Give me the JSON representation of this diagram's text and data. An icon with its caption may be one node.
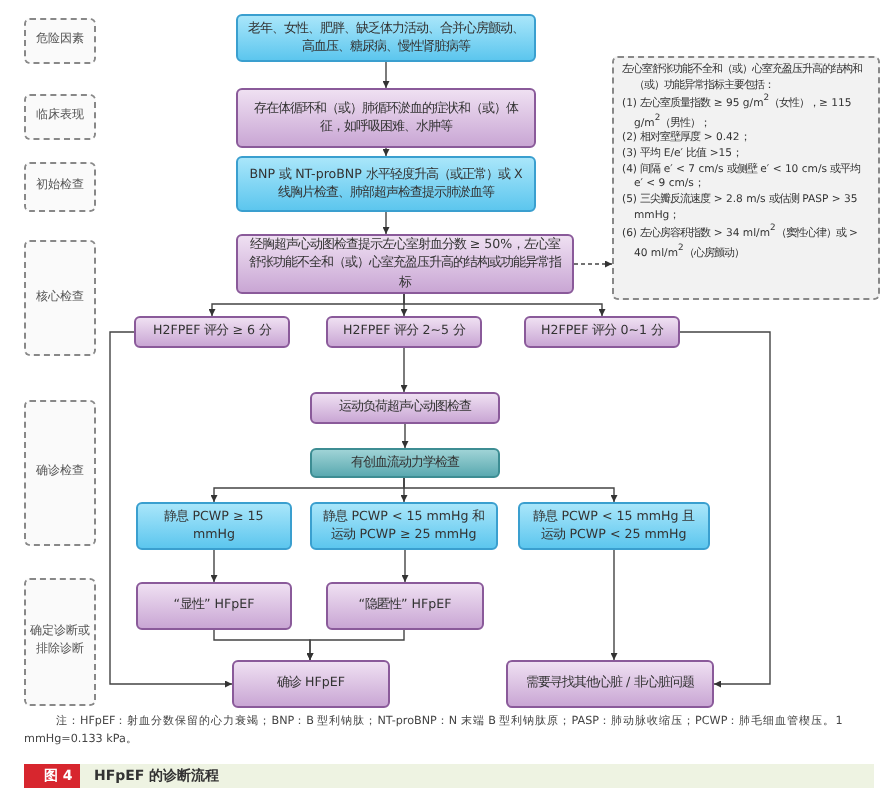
{
  "diagram": {
    "caption": "HFpEF 的诊断流程",
    "nodes": [
      {
        "text": [
          "危险因素"
        ]
      },
      {
        "text": [
          "临床表现"
        ]
      },
      {
        "text": [
          "初始检查"
        ]
      },
      {
        "text": [
          "核心检查"
        ]
      },
      {
        "text": [
          "确诊检查"
        ]
      },
      {
        "text": [
          "确定诊断或排除诊断"
        ]
      },
      {
        "text": [
          "老年、女性、肥胖、缺乏体力活动、合并心房颤动、高血压、糖尿病、慢性肾脏病等"
        ]
      },
      {
        "text": [
          "存在体循环和（或）肺循环淤血的症状和（或）体征，如呼吸困难、水肿等"
        ]
      },
      {
        "text": [
          "BNP 或 NT-proBNP 水平轻度升高（或正常）或 X 线胸片检查、肺部超声检查提示肺淤血等"
        ]
      },
      {
        "text": [
          "经胸超声心动图检查提示左心室射血分数 ≥ 50%，左心室舒张功能不全和（或）心室充盈压升高的结构或功能异常指标"
        ]
      },
      {
        "text": [
          "左心室舒张功能不全和（或）心室充盈压升高的结构和（或）功能异常指标主要包括：",
          "(1) 左心室质量指数 ≥ 95 g/m$^{2}$（女性），≥ 115 g/m$^{2}$（男性）；",
          "(2) 相对室壁厚度 > 0.42；",
          "(3) 平均 E/e′ 比值 >15；",
          "(4) 间隔 e′ < 7 cm/s 或侧壁 e′ < 10 cm/s 或平均 e′ < 9 cm/s；",
          "(5) 三尖瓣反流速度 > 2.8 m/s 或估测 PASP > 35 mmHg；",
          "(6) 左心房容积指数 > 34 ml/m$^{2}$（窦性心律）或 > 40 ml/m$^{2}$（心房颤动）"
        ]
      },
      {
        "text": [
          "H2FPEF 评分 ≥ 6 分"
        ]
      },
      {
        "text": [
          "H2FPEF 评分 2~5 分"
        ]
      },
      {
        "text": [
          "H2FPEF 评分 0~1 分"
        ]
      },
      {
        "text": [
          "运动负荷超声心动图检查"
        ]
      },
      {
        "text": [
          "有创血流动力学检查"
        ]
      },
      {
        "text": [
          "静息 PCWP ≥ 15 mmHg"
        ]
      },
      {
        "text": [
          "静息 PCWP < 15 mmHg 和运动 PCWP ≥ 25 mmHg"
        ]
      },
      {
        "text": [
          "静息 PCWP < 15 mmHg 且运动 PCWP < 25 mmHg"
        ]
      },
      {
        "text": [
          "“显性” HFpEF"
        ]
      },
      {
        "text": [
          "“隐匿性” HFpEF"
        ]
      },
      {
        "text": [
          "确诊 HFpEF"
        ]
      },
      {
        "text": [
          "需要寻找其他心脏 / 非心脏问题"
        ]
      }
    ],
    "edges": [
      {
        "from": 6,
        "to": 7,
        "arrow": "to"
      },
      {
        "from": 7,
        "to": 8,
        "arrow": "to"
      },
      {
        "from": 8,
        "to": 9,
        "arrow": "to"
      },
      {
        "from": 9,
        "to": 10,
        "arrow": "to",
        "style": "dashed"
      },
      {
        "from": 9,
        "to": 11,
        "arrow": "to"
      },
      {
        "from": 9,
        "to": 12,
        "arrow": "to"
      },
      {
        "from": 9,
        "to": 13,
        "arrow": "to"
      },
      {
        "from": 12,
        "to": 14,
        "arrow": "to"
      },
      {
        "from": 14,
        "to": 15,
        "arrow": "to"
      },
      {
        "from": 15,
        "to": 16,
        "arrow": "to"
      },
      {
        "from": 15,
        "to": 17,
        "arrow": "to"
      },
      {
        "from": 15,
        "to": 18,
        "arrow": "to"
      },
      {
        "from": 16,
        "to": 19,
        "arrow": "to"
      },
      {
        "from": 17,
        "to": 20,
        "arrow": "to"
      },
      {
        "from": 19,
        "to": 21,
        "arrow": "to"
      },
      {
        "from": 20,
        "to": 21,
        "arrow": "to"
      },
      {
        "from": 18,
        "to": 22,
        "arrow": "to"
      },
      {
        "from": 11,
        "to": 21,
        "arrow": "to"
      },
      {
        "from": 13,
        "to": 22,
        "arrow": "to"
      }
    ],
    "labels": [
      "注：HFpEF：射血分数保留的心力衰竭；BNP：B 型利钠肽；NT-proBNP：N 末端 B 型利钠肽原；PASP：肺动脉收缩压；PCWP：肺毛细血管楔压。1 mmHg=0.133 kPa。",
      "图 4"
    ]
  }
}
